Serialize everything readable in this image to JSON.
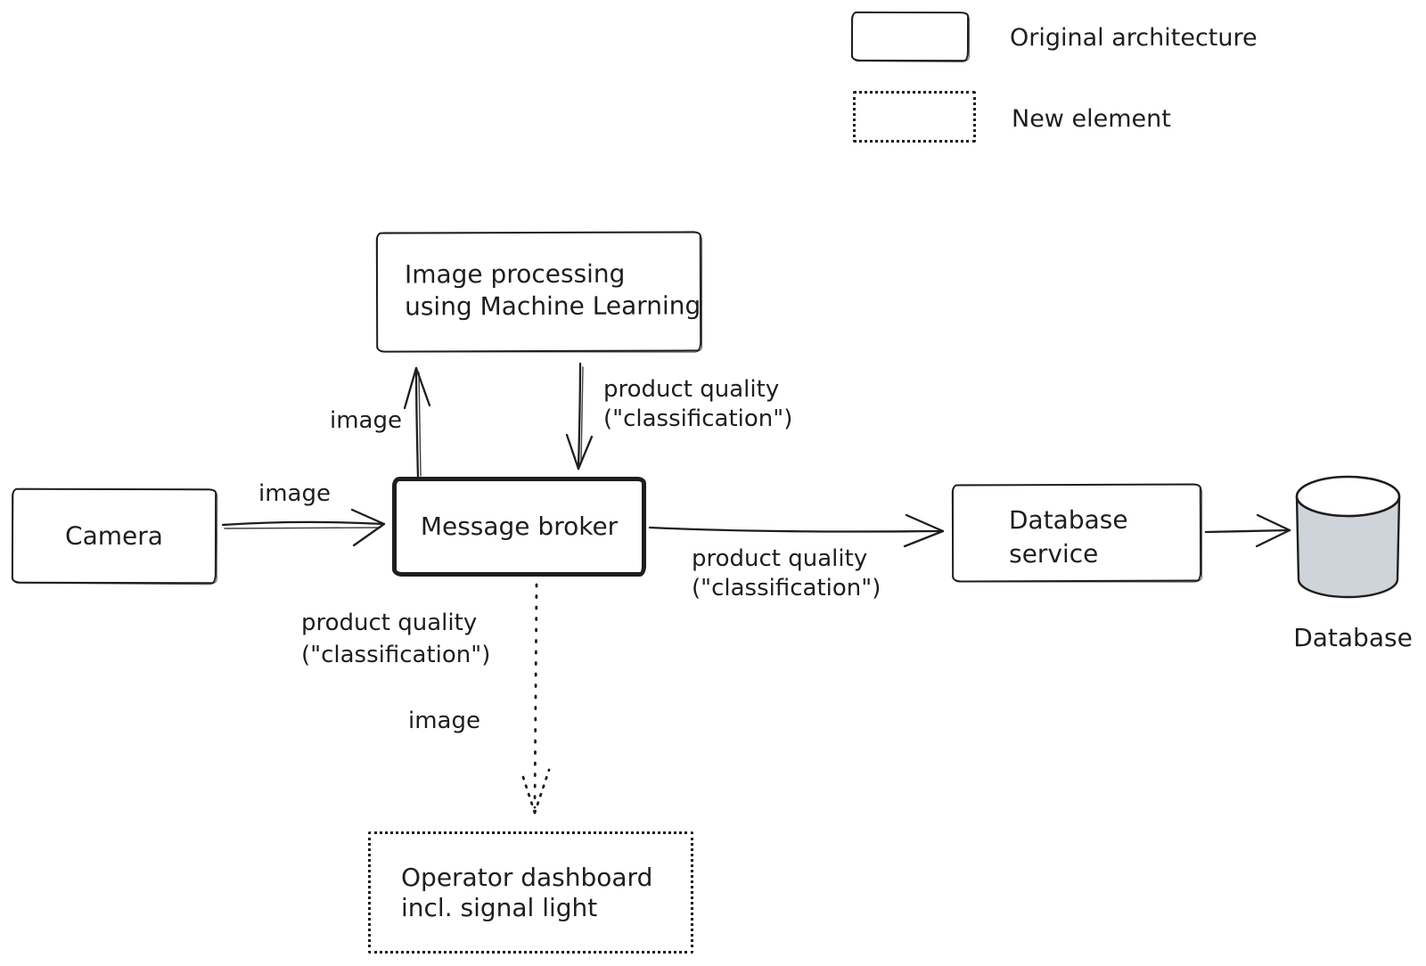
{
  "legend": {
    "original_label": "Original architecture",
    "new_label": "New element"
  },
  "nodes": {
    "camera": {
      "label": "Camera"
    },
    "image_processing": {
      "lines": [
        "Image processing",
        "using Machine Learning"
      ]
    },
    "message_broker": {
      "label": "Message broker"
    },
    "database_service": {
      "lines": [
        "Database",
        "service"
      ]
    },
    "database": {
      "label": "Database"
    },
    "operator_dashboard": {
      "lines": [
        "Operator dashboard",
        "incl. signal light"
      ]
    }
  },
  "edges": {
    "camera_to_broker": {
      "label": "image"
    },
    "broker_to_image_processing": {
      "label": "image"
    },
    "image_processing_to_broker": {
      "lines": [
        "product quality",
        "(\"classification\")"
      ]
    },
    "broker_to_database_service": {
      "lines": [
        "product quality",
        "(\"classification\")"
      ]
    },
    "broker_to_dashboard": {
      "lines": [
        "product quality",
        "(\"classification\")"
      ],
      "image_label": "image"
    }
  },
  "colors": {
    "stroke": "#1e1e1e",
    "database_fill": "#ced4da",
    "background": "#ffffff"
  }
}
